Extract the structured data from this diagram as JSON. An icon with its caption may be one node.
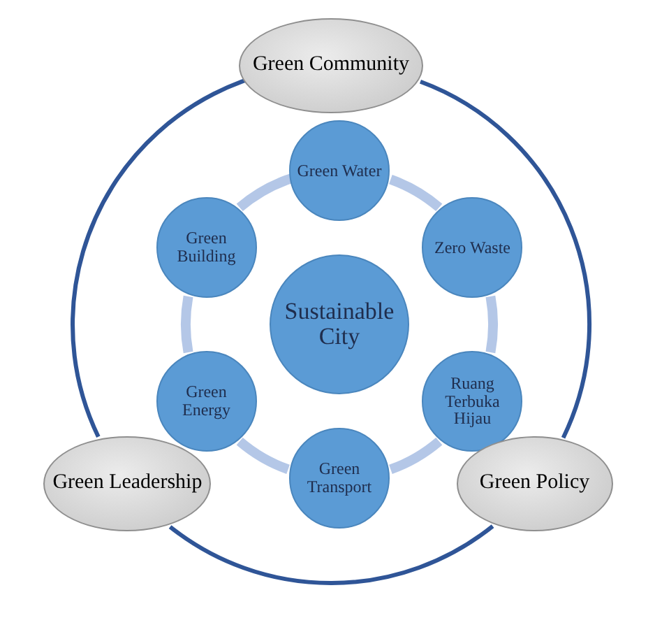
{
  "diagram": {
    "nodes": [
      {
        "text": [
          "Green Community"
        ]
      },
      {
        "text": [
          "Green Water"
        ]
      },
      {
        "text": [
          "Green Building"
        ]
      },
      {
        "text": [
          "Zero Waste"
        ]
      },
      {
        "text": [
          "Sustainable City"
        ]
      },
      {
        "text": [
          "Green Energy"
        ]
      },
      {
        "text": [
          "Ruang Terbuka Hijau"
        ]
      },
      {
        "text": [
          "Green Transport"
        ]
      },
      {
        "text": [
          "Green Leadership"
        ]
      },
      {
        "text": [
          "Green Policy"
        ]
      }
    ],
    "edges": [
      {
        "from": 1,
        "to": 3,
        "arrow": "none",
        "color": "#b4c7e7"
      },
      {
        "from": 3,
        "to": 6,
        "arrow": "none",
        "color": "#b4c7e7"
      },
      {
        "from": 6,
        "to": 7,
        "arrow": "none",
        "color": "#b4c7e7"
      },
      {
        "from": 7,
        "to": 5,
        "arrow": "none",
        "color": "#b4c7e7"
      },
      {
        "from": 5,
        "to": 2,
        "arrow": "none",
        "color": "#b4c7e7"
      },
      {
        "from": 2,
        "to": 1,
        "arrow": "none",
        "color": "#b4c7e7"
      },
      {
        "from": 0,
        "to": 9,
        "arrow": "none",
        "color": "#2f5597"
      },
      {
        "from": 9,
        "to": 8,
        "arrow": "none",
        "color": "#2f5597"
      },
      {
        "from": 8,
        "to": 0,
        "arrow": "none",
        "color": "#2f5597"
      }
    ]
  }
}
